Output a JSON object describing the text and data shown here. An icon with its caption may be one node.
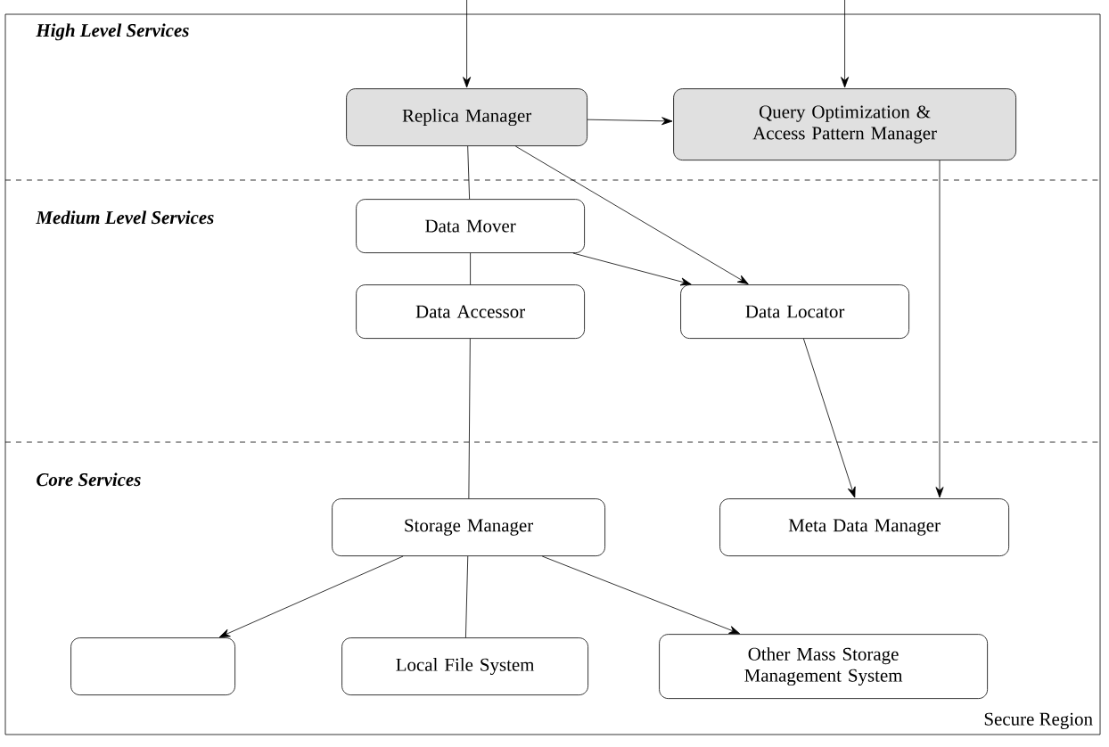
{
  "diagram": {
    "nodes": [
      {
        "text": [
          "Secure Region"
        ]
      },
      {
        "text": [
          "Replica Manager"
        ],
        "in": 0
      },
      {
        "text": [
          "Query Optimization & Access Pattern Manager"
        ],
        "in": 0
      },
      {
        "text": [
          "Data Mover"
        ],
        "in": 0
      },
      {
        "text": [
          "Data Accessor"
        ],
        "in": 0
      },
      {
        "text": [
          "Data Locator"
        ],
        "in": 0
      },
      {
        "text": [
          "Storage Manager"
        ],
        "in": 0
      },
      {
        "text": [
          "Meta Data Manager"
        ],
        "in": 0
      },
      {
        "text": [],
        "shape": "box",
        "in": 0
      },
      {
        "text": [
          "Local File System"
        ],
        "in": 0
      },
      {
        "text": [
          "Other Mass Storage Management System"
        ],
        "in": 0
      }
    ],
    "edges": [
      {
        "from": null,
        "to": 1,
        "arrow": "to"
      },
      {
        "from": null,
        "to": 2,
        "arrow": "to"
      },
      {
        "from": 1,
        "to": 2,
        "arrow": "to"
      },
      {
        "from": 1,
        "to": 3,
        "arrow": "none"
      },
      {
        "from": 1,
        "to": 5,
        "arrow": "to"
      },
      {
        "from": 2,
        "to": 7,
        "arrow": "to"
      },
      {
        "from": 3,
        "to": 5,
        "arrow": "to"
      },
      {
        "from": 3,
        "to": 4,
        "arrow": "none"
      },
      {
        "from": 4,
        "to": 6,
        "arrow": "none"
      },
      {
        "from": 5,
        "to": 7,
        "arrow": "to"
      },
      {
        "from": 6,
        "to": 8,
        "arrow": "to"
      },
      {
        "from": 6,
        "to": 9,
        "arrow": "none"
      },
      {
        "from": 6,
        "to": 10,
        "arrow": "to"
      }
    ],
    "labels": [
      "High Level Services",
      "Medium Level Services",
      "Core Services"
    ]
  }
}
